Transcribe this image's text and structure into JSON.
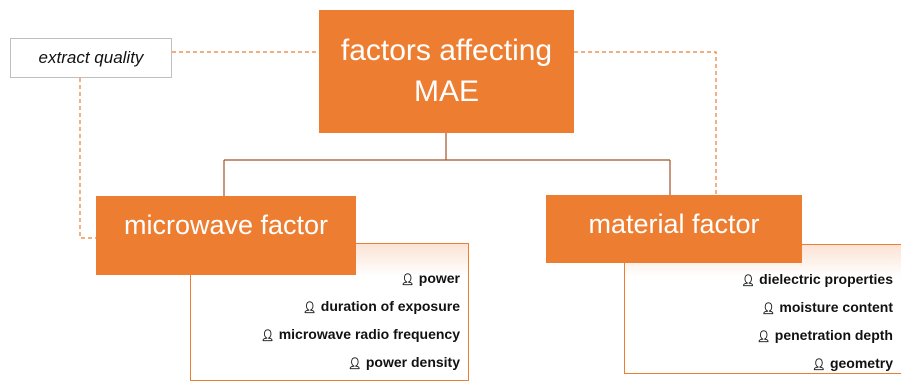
{
  "root": {
    "line1": "factors affecting",
    "line2": "MAE"
  },
  "quality_label": "extract quality",
  "branches": {
    "microwave": {
      "title": "microwave factor",
      "items": [
        "power",
        "duration of exposure",
        "microwave radio frequency",
        "power density"
      ]
    },
    "material": {
      "title": "material factor",
      "items": [
        "dielectric properties",
        "moisture content",
        "penetration depth",
        "geometry"
      ]
    }
  },
  "colors": {
    "accent": "#ed7d31",
    "connector": "#a5512a",
    "dashed": "#ed7d31"
  },
  "bullet_icon": "person-bullet-icon"
}
